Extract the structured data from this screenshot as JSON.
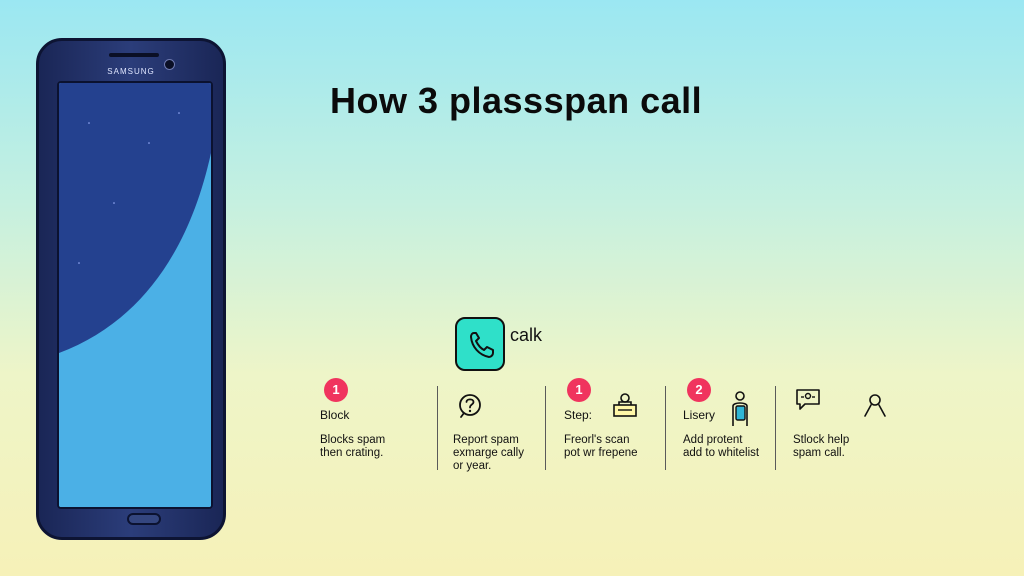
{
  "headline": "How 3 plassspan call",
  "phone": {
    "brand": "SAMSUNG"
  },
  "app": {
    "label": "calk",
    "icon": "phone-icon"
  },
  "steps": [
    {
      "badge": "1",
      "title": "Block",
      "icon": "",
      "desc_line1": "Blocks spam",
      "desc_line2": "then crating.",
      "desc_line3": ""
    },
    {
      "badge": "",
      "title": "",
      "icon": "question-icon",
      "desc_line1": "Report spam",
      "desc_line2": "exmarge cally",
      "desc_line3": "or year."
    },
    {
      "badge": "1",
      "title": "Step:",
      "icon": "person-report-icon",
      "desc_line1": "Freorl's scan",
      "desc_line2": "pot wr frepene",
      "desc_line3": ""
    },
    {
      "badge": "2",
      "title": "Lisery",
      "icon": "person-tablet-icon",
      "desc_line1": "Add protent",
      "desc_line2": "add to whitelist",
      "desc_line3": ""
    },
    {
      "badge": "",
      "title": "",
      "icon": "chat-person-icon",
      "desc_line1": "Stlock help",
      "desc_line2": "spam call.",
      "desc_line3": ""
    }
  ],
  "colors": {
    "badge": "#f0345e",
    "app_icon": "#2fe0c9",
    "phone_body": "#1f2c63",
    "screen": "#3ca3df"
  }
}
